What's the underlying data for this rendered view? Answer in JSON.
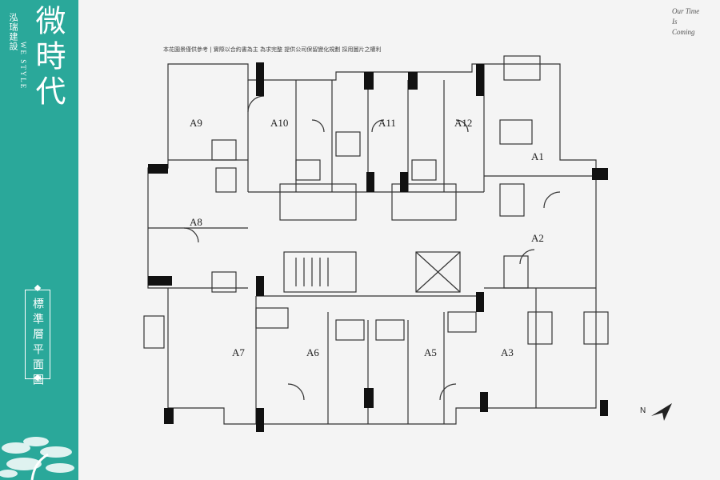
{
  "brand": {
    "developer": "泓瑞建設",
    "english_name": "WE STYLE",
    "project_name": "微時代"
  },
  "sheet_title": "標準層平面圖",
  "tagline": [
    "Our Time",
    "Is",
    "Coming"
  ],
  "disclaimer": "本花園景僅供參考 | 實際以合約書為主 為求完整 提供公司保留變化規劃 採用圖片之權利",
  "units": [
    "A1",
    "A2",
    "A3",
    "A5",
    "A6",
    "A7",
    "A8",
    "A9",
    "A10",
    "A11",
    "A12"
  ],
  "compass": {
    "label": "N"
  },
  "colors": {
    "accent": "#2aa89a",
    "wall": "#111111",
    "line": "#333333"
  }
}
